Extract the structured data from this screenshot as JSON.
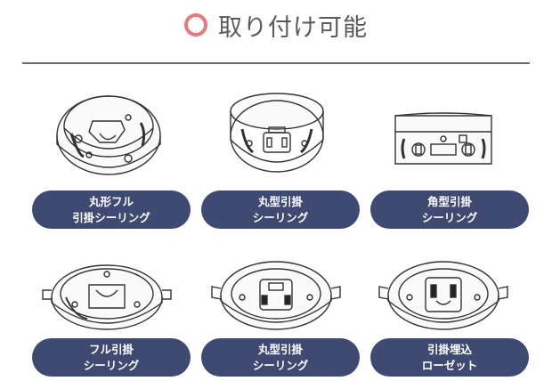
{
  "header": {
    "title": "取り付け可能",
    "mark_color": "#e8787c"
  },
  "items": [
    {
      "line1": "丸形フル",
      "line2": "引掛シーリング",
      "icon": "round-full-ceiling-socket"
    },
    {
      "line1": "丸型引掛",
      "line2": "シーリング",
      "icon": "round-ceiling-socket"
    },
    {
      "line1": "角型引掛",
      "line2": "シーリング",
      "icon": "square-ceiling-socket"
    },
    {
      "line1": "フル引掛",
      "line2": "シーリング",
      "icon": "full-ceiling-socket-with-hooks"
    },
    {
      "line1": "丸型引掛",
      "line2": "シーリング",
      "icon": "round-ceiling-socket-with-hooks"
    },
    {
      "line1": "引掛埋込",
      "line2": "ローゼット",
      "icon": "embedded-rosette-with-hooks"
    }
  ],
  "label_color": "#3e4a72"
}
